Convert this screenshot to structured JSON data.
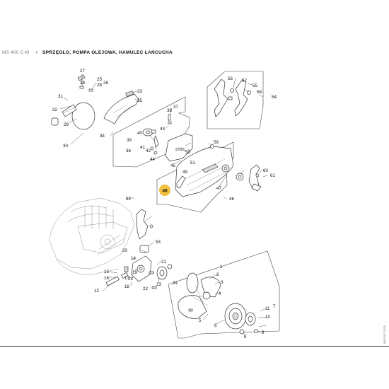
{
  "breadcrumb": {
    "model": "MS 400 C-M",
    "separator": "›",
    "title": "SPRZĘGŁO, POMPA OLEJOWA, HAMULEC ŁAŃCUCHA"
  },
  "diagram": {
    "side_code": "5400-027-0705",
    "highlight": {
      "label": "48",
      "color": "#f3c23f"
    },
    "callouts": [
      "1",
      "2",
      "3",
      "4",
      "5",
      "6",
      "7",
      "8",
      "9",
      "10",
      "11",
      "12",
      "13",
      "14",
      "15",
      "16",
      "17",
      "18",
      "19",
      "20",
      "21",
      "22",
      "23",
      "24",
      "25",
      "26",
      "27",
      "28",
      "29",
      "30",
      "31",
      "32",
      "33",
      "34",
      "35",
      "36",
      "37",
      "38",
      "39",
      "40",
      "41",
      "42",
      "43",
      "44",
      "45",
      "46",
      "47",
      "49",
      "50",
      "51",
      "52",
      "53",
      "54",
      "55",
      "56",
      "57",
      "58",
      "59",
      "60",
      "61"
    ]
  }
}
